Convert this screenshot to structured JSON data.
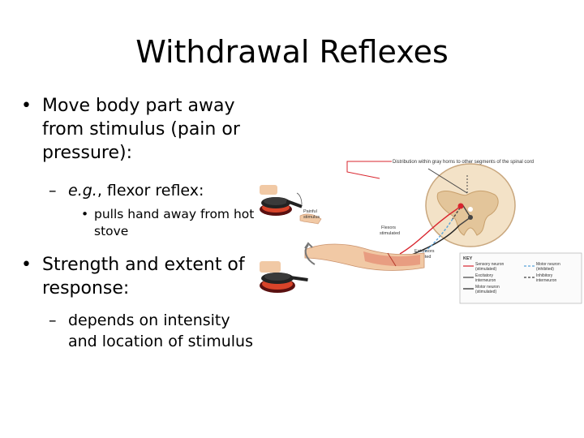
{
  "slide": {
    "title": "Withdrawal Reflexes",
    "bullets": {
      "b1": {
        "marker": "•",
        "lines": [
          "Move body part away",
          "from stimulus (pain or",
          "pressure):"
        ]
      },
      "b1_sub": {
        "marker": "–",
        "prefix_italic": "e.g.",
        "text": ", flexor reflex:"
      },
      "b1_subsub": {
        "marker": "•",
        "lines": [
          "pulls hand away from hot",
          "stove"
        ]
      },
      "b2": {
        "marker": "•",
        "lines": [
          "Strength and extent of",
          "response:"
        ]
      },
      "b2_sub": {
        "marker": "–",
        "lines": [
          "depends on intensity",
          "and location of stimulus"
        ]
      }
    }
  },
  "figure": {
    "caption_top": "Distribution within gray horns to other segments of the spinal cord",
    "labels": {
      "painful": "Painful",
      "stimulus": "stimulus",
      "flexors": "Flexors",
      "stimulated": "stimulated",
      "extensors": "Extensors",
      "inhibited": "inhibited"
    },
    "key": {
      "title": "KEY",
      "items": [
        {
          "label": "Sensory neuron",
          "sub": "(stimulated)",
          "color": "#d9252e",
          "style": "solid"
        },
        {
          "label": "Motor neuron",
          "sub": "(inhibited)",
          "color": "#5aa3d9",
          "style": "dashed"
        },
        {
          "label": "Excitatory",
          "sub": "interneuron",
          "color": "#444444",
          "style": "solid"
        },
        {
          "label": "Inhibitory",
          "sub": "interneuron",
          "color": "#444444",
          "style": "dashed"
        },
        {
          "label": "Motor neuron",
          "sub": "(stimulated)",
          "color": "#222222",
          "style": "solid"
        }
      ]
    }
  }
}
